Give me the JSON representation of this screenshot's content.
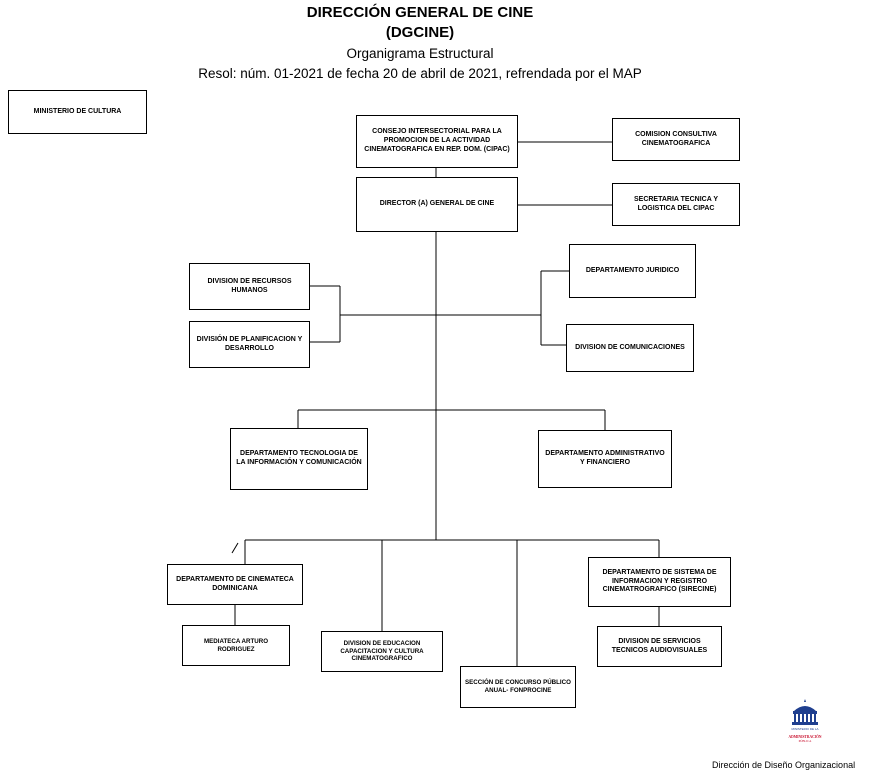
{
  "header": {
    "title_line1": "DIRECCIÓN GENERAL DE CINE",
    "title_line2": "(DGCINE)",
    "subtitle": "Organigrama Estructural",
    "resolution": "Resol: núm. 01-2021 de fecha 20 de abril de 2021, refrendada por el MAP"
  },
  "units": {
    "ministerio": "MINISTERIO DE CULTURA",
    "cipac": "CONSEJO INTERSECTORIAL PARA LA PROMOCION DE LA ACTIVIDAD CINEMATOGRAFICA EN REP. DOM. (CIPAC)",
    "comision": "COMISION CONSULTIVA CINEMATOGRAFICA",
    "director": "DIRECTOR (A) GENERAL DE CINE",
    "secretaria": "SECRETARIA TECNICA Y LOGISTICA DEL CIPAC",
    "rrhh": "DIVISION DE RECURSOS HUMANOS",
    "planificacion": "DIVISIÓN DE PLANIFICACION Y DESARROLLO",
    "juridico": "DEPARTAMENTO JURIDICO",
    "comunicaciones": "DIVISION DE COMUNICACIONES",
    "tic": "DEPARTAMENTO TECNOLOGIA DE LA INFORMACIÓN Y COMUNICACIÓN",
    "administrativo": "DEPARTAMENTO ADMINISTRATIVO Y FINANCIERO",
    "cinemateca": "DEPARTAMENTO DE CINEMATECA DOMINICANA",
    "mediateca": "MEDIATECA ARTURO RODRIGUEZ",
    "educacion": "DIVISION DE EDUCACION CAPACITACION Y CULTURA CINEMATOGRAFICO",
    "concurso": "SECCIÓN DE CONCURSO PÚBLICO ANUAL- FONPROCINE",
    "sirecine": "DEPARTAMENTO DE SISTEMA DE INFORMACION Y REGISTRO CINEMATROGRAFICO (SIRECINE)",
    "servicios": "DIVISION DE SERVICIOS TECNICOS AUDIOVISUALES"
  },
  "logo": {
    "line1": "MINISTERIO DE LA",
    "line2": "ADMINISTRACIÓN",
    "line3": "PÚBLICA",
    "color": "#1f3f8f",
    "accent": "#c8102e"
  },
  "footer": "Dirección de Diseño Organizacional"
}
